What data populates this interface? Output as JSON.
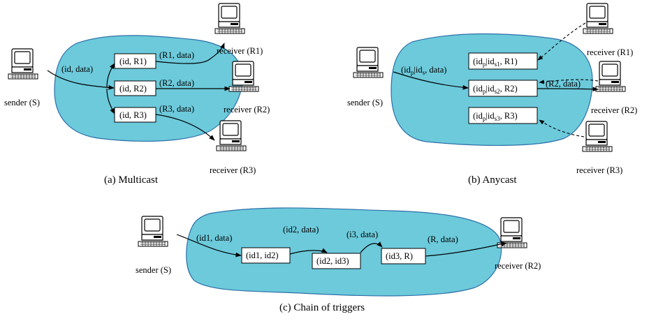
{
  "panels": {
    "multicast": {
      "caption": "(a) Multicast",
      "sender_label": "sender (S)",
      "receivers": [
        "receiver (R1)",
        "receiver (R2)",
        "receiver (R3)"
      ],
      "triggers": [
        "(id, R1)",
        "(id, R2)",
        "(id, R3)"
      ],
      "packets": [
        "(id, data)",
        "(R1, data)",
        "(R2, data)",
        "(R3, data)"
      ]
    },
    "anycast": {
      "caption": "(b) Anycast",
      "sender_label": "sender (S)",
      "receivers": [
        "receiver (R1)",
        "receiver (R2)",
        "receiver (R3)"
      ],
      "id_base": "id",
      "sub_p": "p",
      "sub_s": "s",
      "sub_s1": "s1",
      "sub_s2": "s2",
      "sub_s3": "s3",
      "bar": "|",
      "comma_data": ", data)",
      "tail_r1": ", R1)",
      "tail_r2": ", R2)",
      "tail_r3": ", R3)",
      "open_paren": "(",
      "packet_r2": "(R2, data)"
    },
    "chain": {
      "caption": "(c) Chain of triggers",
      "sender_label": "sender (S)",
      "receiver_label": "receiver (R2)",
      "triggers": [
        "(id1, id2)",
        "(id2, id3)",
        "(id3, R)"
      ],
      "packets": [
        "(id1, data)",
        "(id2, data)",
        "(i3, data)",
        "(R, data)"
      ]
    }
  },
  "colors": {
    "cloud": "#6ccadb",
    "cloud_edge": "#2d6fa8"
  },
  "icons": [
    "computer-icon"
  ]
}
